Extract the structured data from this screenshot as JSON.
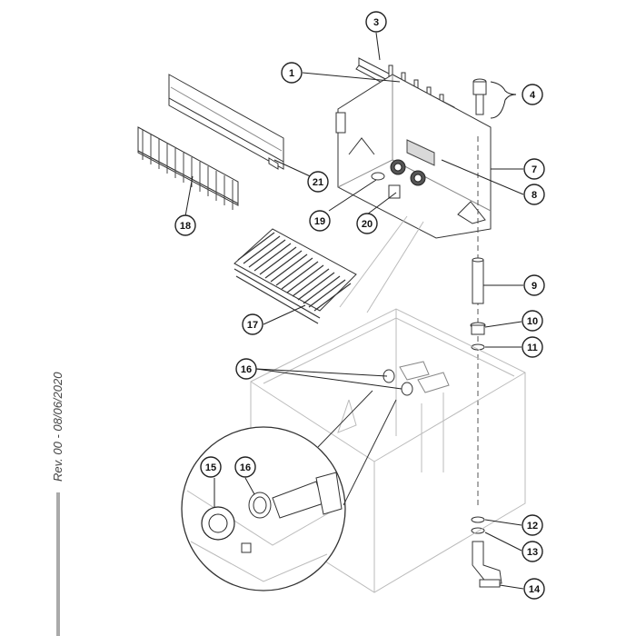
{
  "revision": "Rev. 00 - 08/06/2020",
  "callouts": [
    {
      "id": "1",
      "label": "1"
    },
    {
      "id": "3",
      "label": "3"
    },
    {
      "id": "4",
      "label": "4"
    },
    {
      "id": "7",
      "label": "7"
    },
    {
      "id": "8",
      "label": "8"
    },
    {
      "id": "9",
      "label": "9"
    },
    {
      "id": "10",
      "label": "10"
    },
    {
      "id": "11",
      "label": "11"
    },
    {
      "id": "12",
      "label": "12"
    },
    {
      "id": "13",
      "label": "13"
    },
    {
      "id": "14",
      "label": "14"
    },
    {
      "id": "15",
      "label": "15"
    },
    {
      "id": "16a",
      "label": "16"
    },
    {
      "id": "16b",
      "label": "16"
    },
    {
      "id": "17",
      "label": "17"
    },
    {
      "id": "18",
      "label": "18"
    },
    {
      "id": "19",
      "label": "19"
    },
    {
      "id": "20",
      "label": "20"
    },
    {
      "id": "21",
      "label": "21"
    }
  ]
}
